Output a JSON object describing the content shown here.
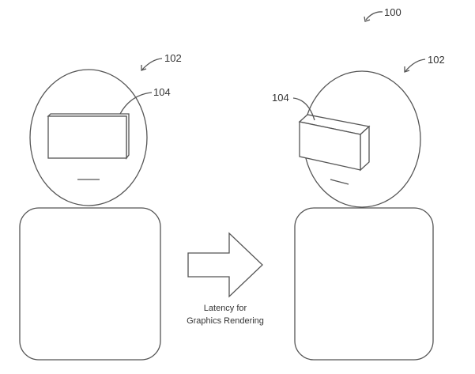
{
  "figure": {
    "ref_system": "100",
    "left": {
      "ref_user": "102",
      "ref_display": "104"
    },
    "right": {
      "ref_user": "102",
      "ref_display": "104"
    },
    "arrow_caption_line1": "Latency for",
    "arrow_caption_line2": "Graphics Rendering"
  }
}
